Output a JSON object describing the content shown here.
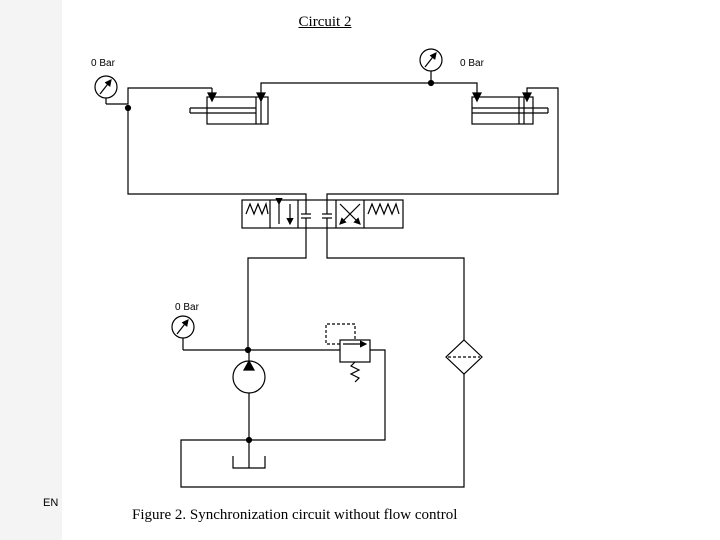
{
  "title": "Circuit 2",
  "caption": "Figure 2. Synchronization circuit without flow control",
  "corner_text": "EN",
  "gauges": {
    "left_top": "0 Bar",
    "right_top": "0 Bar",
    "pump": "0 Bar"
  }
}
